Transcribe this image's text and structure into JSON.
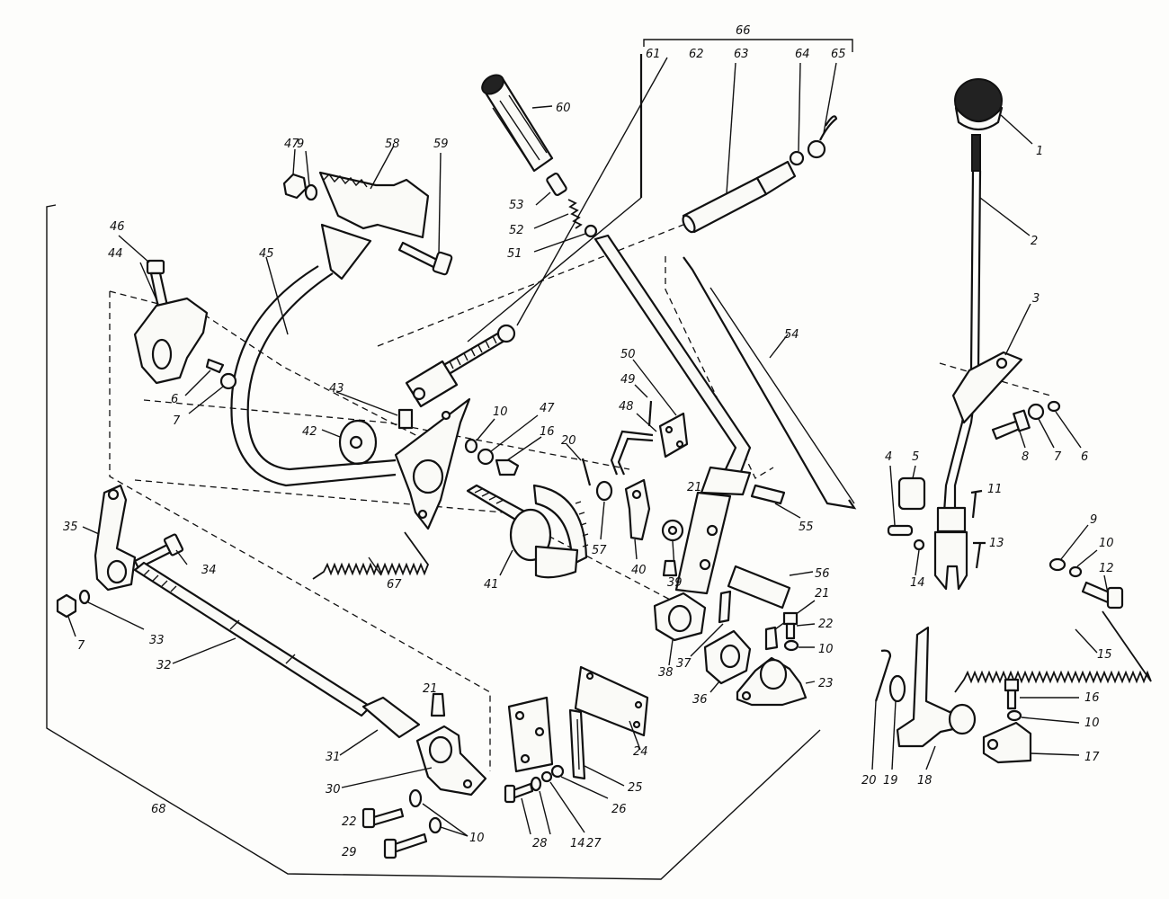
{
  "diagram": {
    "labels": {
      "l1": "1",
      "l2": "2",
      "l3": "3",
      "l4": "4",
      "l5": "5",
      "l6": "6",
      "l7": "7",
      "l8": "8",
      "l9": "9",
      "l10": "10",
      "l11": "11",
      "l12": "12",
      "l13": "13",
      "l14": "14",
      "l15": "15",
      "l16": "16",
      "l17": "17",
      "l18": "18",
      "l19": "19",
      "l20": "20",
      "l21": "21",
      "l22": "22",
      "l23": "23",
      "l24": "24",
      "l25": "25",
      "l26": "26",
      "l27": "27",
      "l28": "28",
      "l29": "29",
      "l30": "30",
      "l31": "31",
      "l32": "32",
      "l33": "33",
      "l34": "34",
      "l35": "35",
      "l36": "36",
      "l37": "37",
      "l38": "38",
      "l39": "39",
      "l40": "40",
      "l41": "41",
      "l42": "42",
      "l43": "43",
      "l44": "44",
      "l45": "45",
      "l46": "46",
      "l47": "47",
      "l48": "48",
      "l49": "49",
      "l50": "50",
      "l51": "51",
      "l52": "52",
      "l53": "53",
      "l54": "54",
      "l55": "55",
      "l56": "56",
      "l57": "57",
      "l58": "58",
      "l59": "59",
      "l60": "60",
      "l61": "61",
      "l62": "62",
      "l63": "63",
      "l64": "64",
      "l65": "65",
      "l66": "66",
      "l67": "67",
      "l68": "68"
    }
  }
}
